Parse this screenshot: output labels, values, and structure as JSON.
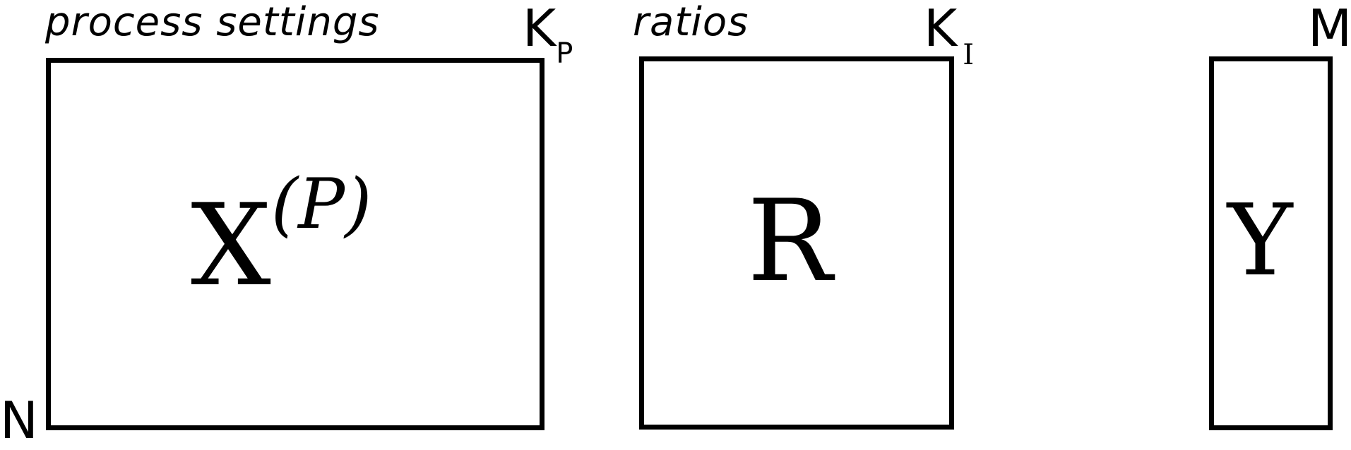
{
  "matrices": {
    "x": {
      "caption": "process settings",
      "symbol": "X",
      "superscript": "(P)",
      "cols_dim": "K",
      "cols_sub": "P",
      "rows_dim": "N"
    },
    "r": {
      "caption": "ratios",
      "symbol": "R",
      "cols_dim": "K",
      "cols_sub": "I"
    },
    "y": {
      "symbol": "Y",
      "cols_dim": "M"
    }
  }
}
